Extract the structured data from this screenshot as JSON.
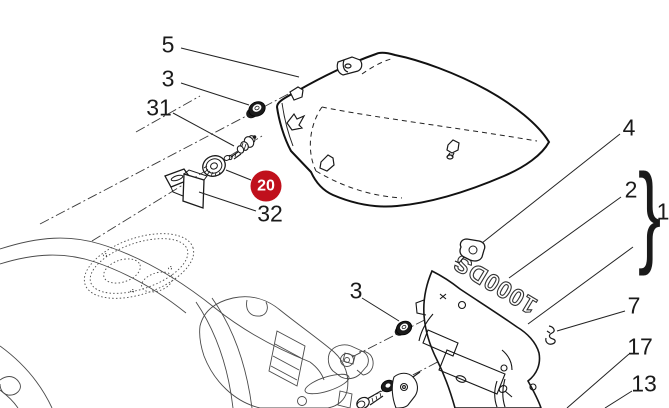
{
  "diagram": {
    "type": "exploded-parts-diagram",
    "background_color": "#ffffff",
    "line_color": "#1a1a1a",
    "highlight_color": "#c0101c",
    "badge": {
      "text": "20"
    },
    "brace": "}",
    "decal_text": "1000DS",
    "callouts": [
      {
        "text": "5"
      },
      {
        "text": "3"
      },
      {
        "text": "31"
      },
      {
        "text": "32"
      },
      {
        "text": "4"
      },
      {
        "text": "2"
      },
      {
        "text": "1"
      },
      {
        "text": "7"
      },
      {
        "text": "17"
      },
      {
        "text": "13"
      },
      {
        "text": "3"
      }
    ]
  }
}
